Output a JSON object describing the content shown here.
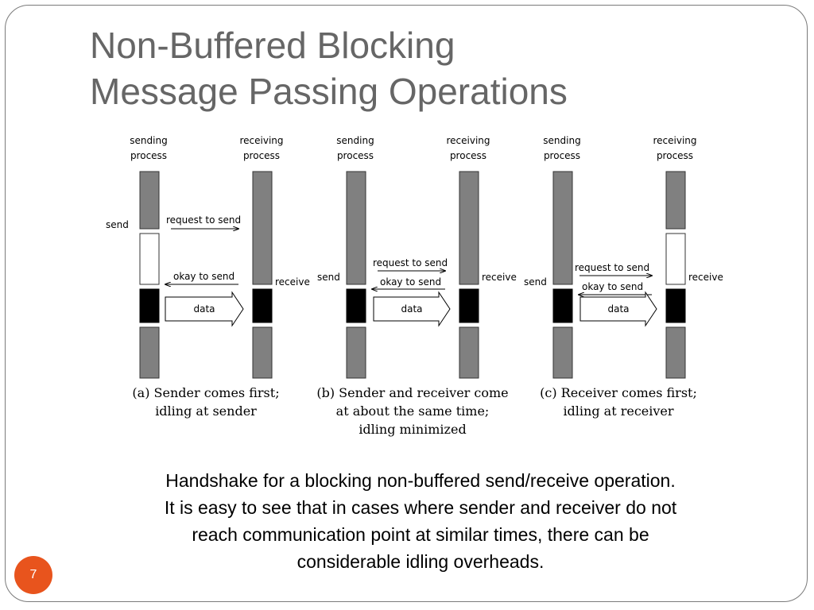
{
  "slide": {
    "title_lines": [
      "Non-Buffered Blocking",
      "Message Passing Operations"
    ],
    "number": "7"
  },
  "diagram": {
    "panels": [
      {
        "id": "a",
        "sending_process_label": [
          "sending",
          "process"
        ],
        "receiving_process_label": [
          "receiving",
          "process"
        ],
        "send_label": "send",
        "receive_label": "receive",
        "request_label": "request to send",
        "okay_label": "okay to send",
        "data_label": "data",
        "caption_lines": [
          "(a) Sender comes first;",
          "idling at sender"
        ]
      },
      {
        "id": "b",
        "sending_process_label": [
          "sending",
          "process"
        ],
        "receiving_process_label": [
          "receiving",
          "process"
        ],
        "send_label": "send",
        "receive_label": "receive",
        "request_label": "request to send",
        "okay_label": "okay to send",
        "data_label": "data",
        "caption_lines": [
          "(b) Sender and receiver come",
          "at about the same time;",
          "idling minimized"
        ]
      },
      {
        "id": "c",
        "sending_process_label": [
          "sending",
          "process"
        ],
        "receiving_process_label": [
          "receiving",
          "process"
        ],
        "send_label": "send",
        "receive_label": "receive",
        "request_label": "request to send",
        "okay_label": "okay to send",
        "data_label": "data",
        "caption_lines": [
          "(c) Receiver comes first;",
          "idling at receiver"
        ]
      }
    ]
  },
  "caption_lines": [
    "Handshake for a blocking non-buffered send/receive operation.",
    "It is easy to see that in cases where sender and receiver do not",
    "reach communication point at similar times, there can be",
    "considerable idling overheads."
  ],
  "colors": {
    "active_bar": "#808080",
    "communication_bar": "#000000",
    "idle_bar": "#ffffff",
    "badge": "#e8541d",
    "title": "#666666"
  }
}
